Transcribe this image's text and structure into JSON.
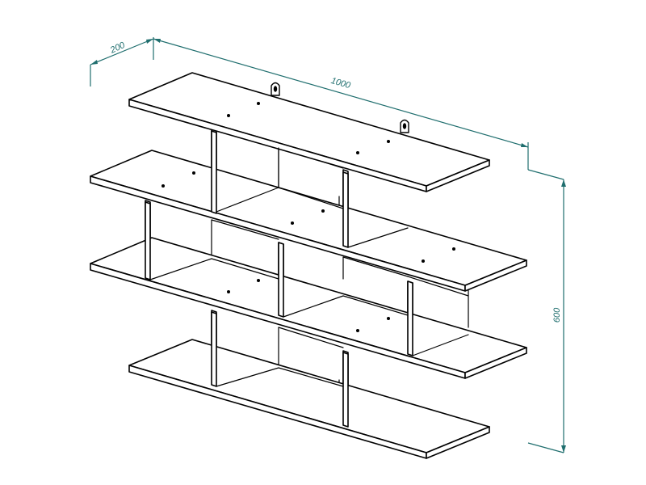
{
  "dimensions": {
    "depth": "200",
    "width": "1000",
    "height": "600"
  },
  "colors": {
    "line": "#000000",
    "dimension": "#1f6e6e",
    "background": "#ffffff"
  }
}
